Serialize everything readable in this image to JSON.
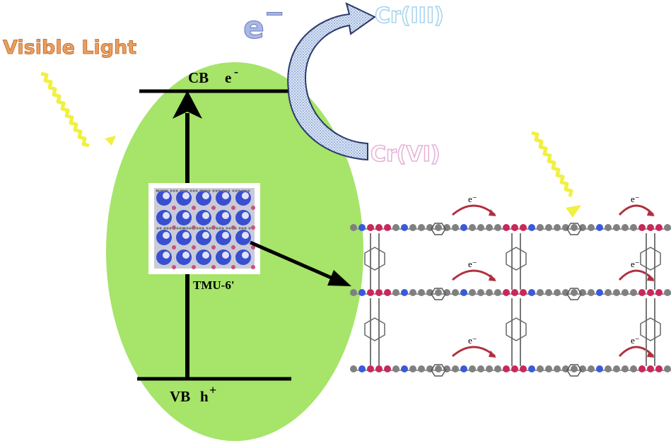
{
  "labels": {
    "visible_light": "Visible Light",
    "cb": "CB",
    "cb_carrier": "e",
    "cb_carrier_sign": "-",
    "vb": "VB",
    "vb_carrier": "h",
    "vb_carrier_sign": "+",
    "material": "TMU-6'",
    "electron": "e",
    "electron_sign": "−",
    "product": "Cr(III)",
    "reactant": "Cr(VI)",
    "chain_electron": "e⁻"
  },
  "colors": {
    "ellipse_fill": "#a6e46a",
    "visible_light_text": "#e8a060",
    "light_wave": "#f0f040",
    "electron_text": "#a9b8e8",
    "product_text": "#a9d4ec",
    "reactant_text": "#e6b4d8",
    "curved_arrow": "#5a78b8",
    "metal_node": "#c8285a",
    "pink_link": "#d8509a",
    "carbon": "#808080",
    "nitrogen": "#3a5ad8",
    "chain_arrow": "#b03040"
  },
  "icons": {
    "crystal_structure": "crystal-lattice-image",
    "framework_structure": "mof-chain-structure"
  }
}
